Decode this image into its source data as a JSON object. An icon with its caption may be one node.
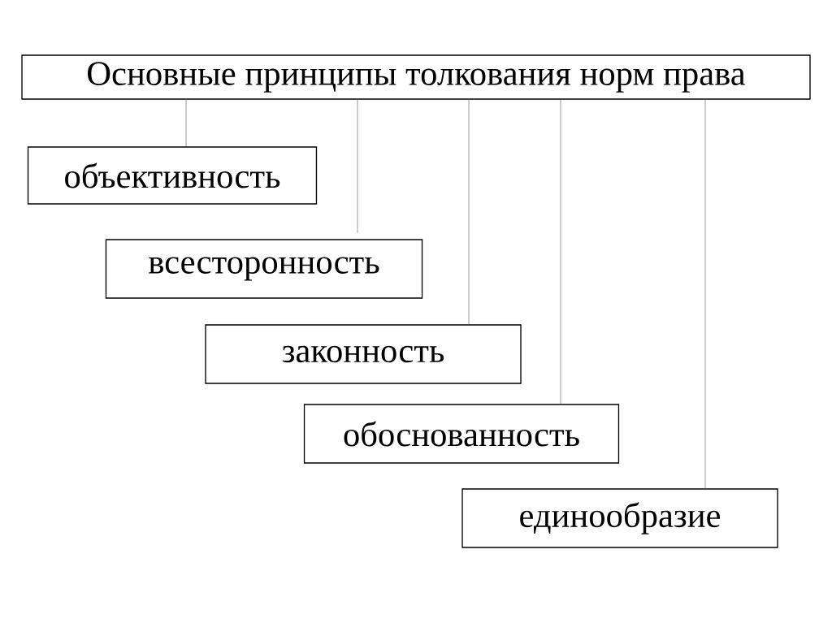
{
  "diagram": {
    "nodes": [
      {
        "text": [
          "Основные принципы толкования норм права"
        ]
      },
      {
        "text": [
          "объективность"
        ]
      },
      {
        "text": [
          "всесторонность"
        ]
      },
      {
        "text": [
          "законность"
        ]
      },
      {
        "text": [
          "обоснованность"
        ]
      },
      {
        "text": [
          "единообразие"
        ]
      }
    ],
    "edges": [
      {
        "from": 0,
        "to": 1,
        "arrow": "none"
      },
      {
        "from": 0,
        "to": 2,
        "arrow": "none"
      },
      {
        "from": 0,
        "to": 3,
        "arrow": "none"
      },
      {
        "from": 0,
        "to": 4,
        "arrow": "none"
      },
      {
        "from": 0,
        "to": 5,
        "arrow": "none"
      }
    ]
  }
}
